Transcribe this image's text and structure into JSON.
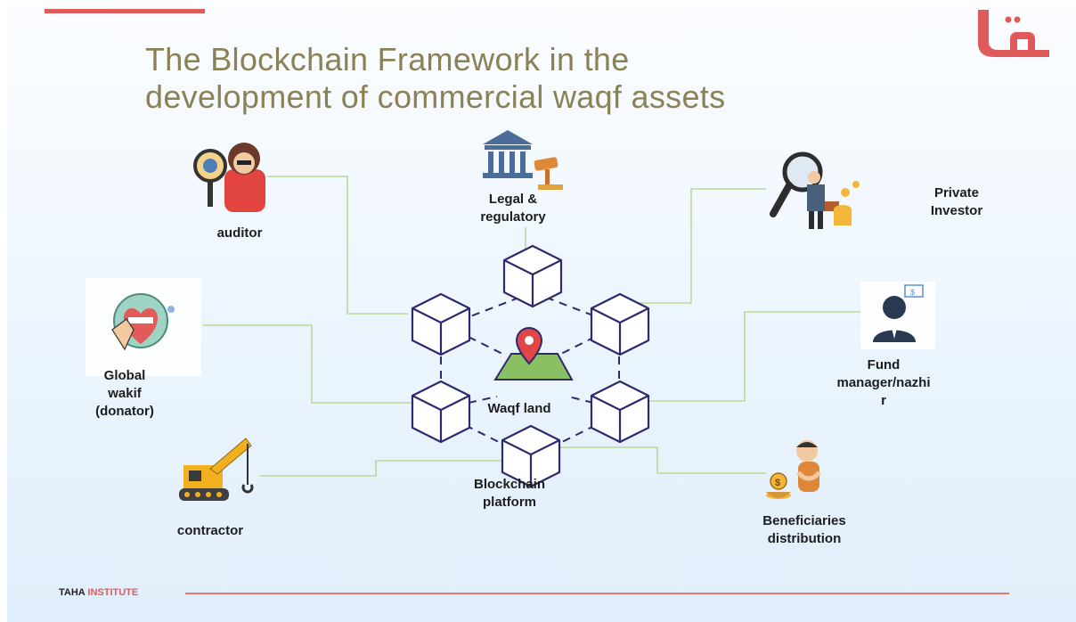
{
  "slide": {
    "title_line1": "The Blockchain Framework in the",
    "title_line2": "development of commercial waqf assets",
    "footer_brand": "TAHA",
    "footer_accent": "INSTITUTE"
  },
  "diagram": {
    "center_label": "Waqf land",
    "platform_label_1": "Blockchain",
    "platform_label_2": "platform",
    "nodes": [
      {
        "id": "auditor",
        "lines": [
          "auditor"
        ],
        "icon": "auditor-magnifier-icon"
      },
      {
        "id": "legal",
        "lines": [
          "Legal &",
          "regulatory"
        ],
        "icon": "courthouse-gavel-icon"
      },
      {
        "id": "investor",
        "lines": [
          "Private",
          "Investor"
        ],
        "icon": "investor-magnifier-icon"
      },
      {
        "id": "wakif",
        "lines": [
          "Global",
          "wakif",
          "(donator)"
        ],
        "icon": "donate-heart-icon"
      },
      {
        "id": "fund",
        "lines": [
          "Fund",
          "manager/nazhi",
          "r"
        ],
        "icon": "fund-manager-icon"
      },
      {
        "id": "contractor",
        "lines": [
          "contractor"
        ],
        "icon": "crane-icon"
      },
      {
        "id": "beneficiaries",
        "lines": [
          "Beneficiaries",
          "distribution"
        ],
        "icon": "beneficiary-icon"
      }
    ]
  },
  "colors": {
    "title": "#8a8256",
    "accent": "#e05a5a",
    "connector": "#b9d99a",
    "cube": "#2f2a6e"
  }
}
